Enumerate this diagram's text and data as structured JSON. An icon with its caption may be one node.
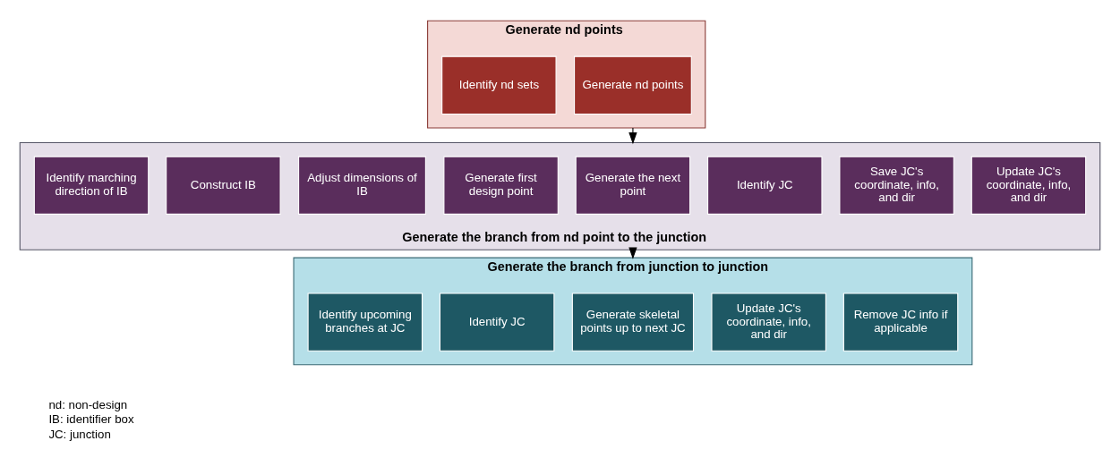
{
  "diagram": {
    "nodes": [
      {
        "text": [
          "Generate nd points"
        ]
      },
      {
        "text": [
          "Identify nd sets"
        ],
        "in": 0
      },
      {
        "text": [
          "Generate nd points"
        ],
        "in": 0
      },
      {
        "text": [
          "Generate the branch from nd point to the junction"
        ]
      },
      {
        "text": [
          "Identify marching direction of IB"
        ],
        "in": 3
      },
      {
        "text": [
          "Construct IB"
        ],
        "in": 3
      },
      {
        "text": [
          "Adjust dimensions of IB"
        ],
        "in": 3
      },
      {
        "text": [
          "Generate first design point"
        ],
        "in": 3
      },
      {
        "text": [
          "Generate the next point"
        ],
        "in": 3
      },
      {
        "text": [
          "Identify JC"
        ],
        "in": 3
      },
      {
        "text": [
          "Save JC's coordinate, info, and dir"
        ],
        "in": 3
      },
      {
        "text": [
          "Update JC's coordinate, info, and dir"
        ],
        "in": 3
      },
      {
        "text": [
          "Generate the branch from junction to junction"
        ]
      },
      {
        "text": [
          "Identify upcoming branches at JC"
        ],
        "in": 12
      },
      {
        "text": [
          "Identify JC"
        ],
        "in": 12
      },
      {
        "text": [
          "Generate skeletal points up to next JC"
        ],
        "in": 12
      },
      {
        "text": [
          "Update JC's coordinate, info, and dir"
        ],
        "in": 12
      },
      {
        "text": [
          "Remove JC info if applicable"
        ],
        "in": 12
      }
    ],
    "edges": [
      {
        "from": 0,
        "to": 3,
        "arrow": "to"
      },
      {
        "from": 3,
        "to": 12,
        "arrow": "to"
      }
    ],
    "labels": [
      "nd: non-design",
      "IB: identifier box",
      "JC: junction"
    ]
  }
}
